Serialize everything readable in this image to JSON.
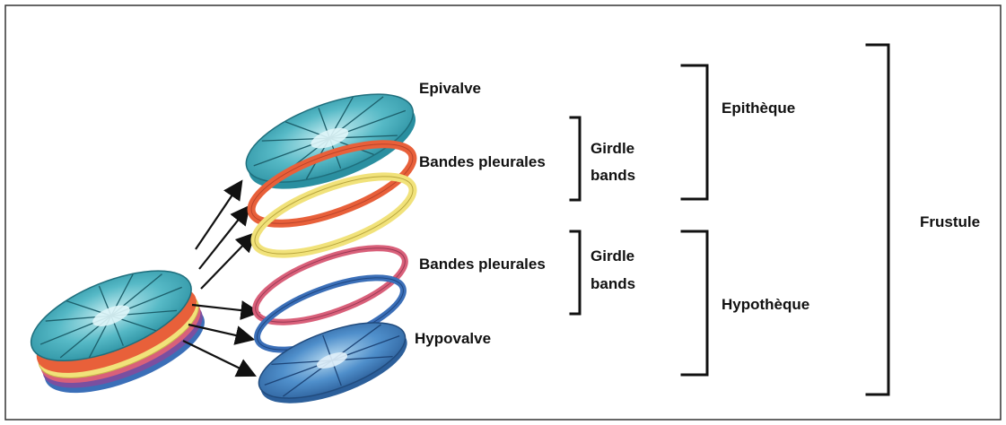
{
  "labels": {
    "epivalve": "Epivalve",
    "bandes_pleurales_top": "Bandes pleurales",
    "girdle_bands_top_line1": "Girdle",
    "girdle_bands_top_line2": "bands",
    "bandes_pleurales_bottom": "Bandes pleurales",
    "girdle_bands_bottom_line1": "Girdle",
    "girdle_bands_bottom_line2": "bands",
    "hypovalve": "Hypovalve",
    "epitheque": "Epithèque",
    "hypotheque": "Hypothèque",
    "frustule": "Frustule"
  },
  "colors": {
    "frame": "#333333",
    "valve_teal": "#3aa9b8",
    "valve_teal_light": "#9ad8df",
    "valve_blue": "#3f7fc0",
    "band_orange": "#e8603a",
    "band_yellow": "#f1e27a",
    "band_pink": "#d9607a",
    "band_purple": "#7a4fa0",
    "band_blue": "#3b6fb8",
    "arrow": "#111111",
    "bracket": "#111111"
  }
}
